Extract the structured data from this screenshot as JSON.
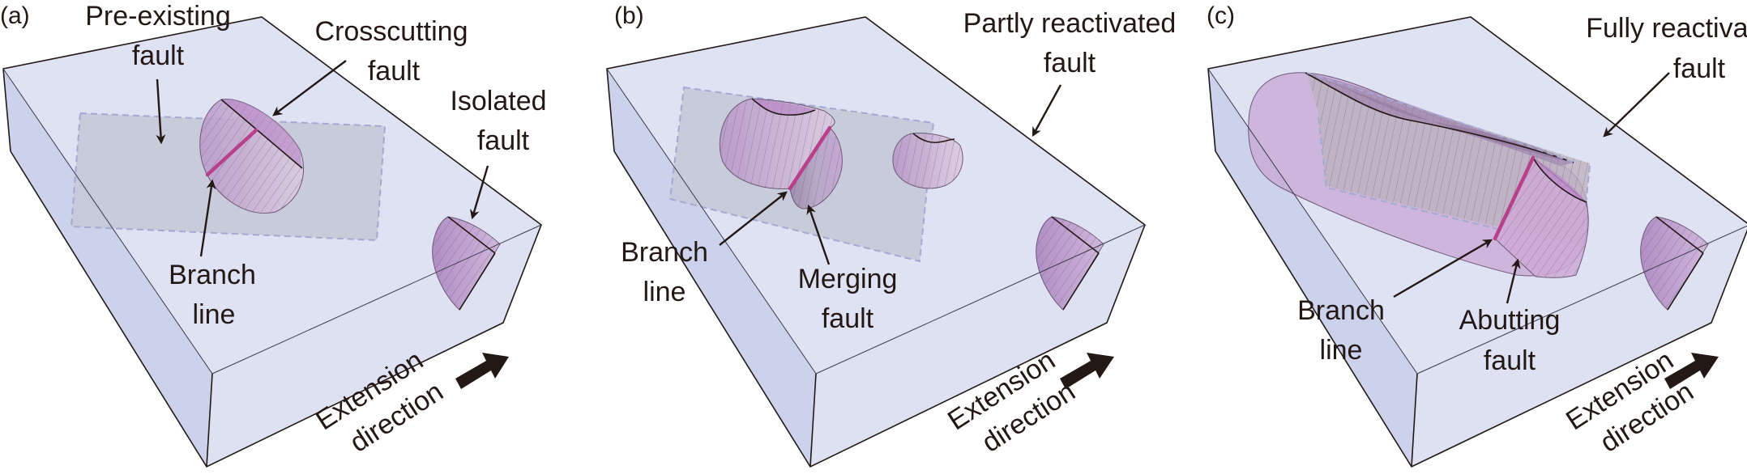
{
  "figure": {
    "panels": [
      {
        "id": "a",
        "panel_label": "(a)",
        "labels": {
          "preexisting_1": "Pre-existing",
          "preexisting_2": "fault",
          "crosscutting_1": "Crosscutting",
          "crosscutting_2": "fault",
          "isolated_1": "Isolated",
          "isolated_2": "fault",
          "branch_1": "Branch",
          "branch_2": "line",
          "extension_1": "Extension",
          "extension_2": "direction"
        }
      },
      {
        "id": "b",
        "panel_label": "(b)",
        "labels": {
          "partly_1": "Partly reactivated",
          "partly_2": "fault",
          "branch_1": "Branch",
          "branch_2": "line",
          "merging_1": "Merging",
          "merging_2": "fault",
          "extension_1": "Extension",
          "extension_2": "direction"
        }
      },
      {
        "id": "c",
        "panel_label": "(c)",
        "labels": {
          "fully_1": "Fully reactivated",
          "fully_2": "fault",
          "branch_1": "Branch",
          "branch_2": "line",
          "abutting_1": "Abutting",
          "abutting_2": "fault",
          "extension_1": "Extension",
          "extension_2": "direction"
        }
      }
    ],
    "colors": {
      "block_top": "#dfe2f2",
      "block_side": "#ccd2ec",
      "preexisting_plane": "#c6c9d8",
      "fault_surface": "#c8a6d4",
      "branch_line": "#b8408a",
      "text": "#231815"
    }
  }
}
